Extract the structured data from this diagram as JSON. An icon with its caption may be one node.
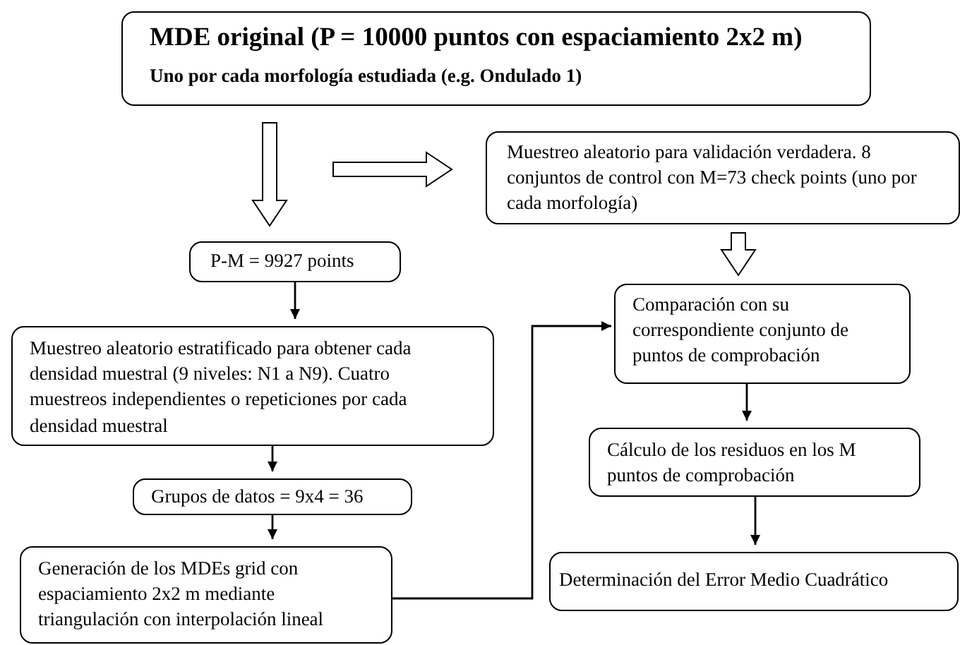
{
  "diagram": {
    "nodes": [
      {
        "text": [
          "MDE original (P = 10000 puntos con espaciamiento 2x2 m)",
          "Uno por cada morfología estudiada (e.g. Ondulado 1)"
        ]
      },
      {
        "text": [
          "Muestreo aleatorio para validación verdadera. 8 conjuntos de control con M=73 check points (uno por cada morfología)"
        ]
      },
      {
        "text": [
          "P-M = 9927 points"
        ]
      },
      {
        "text": [
          "Muestreo aleatorio estratificado para obtener cada densidad muestral (9 niveles: N1 a N9). Cuatro muestreos independientes o repeticiones por cada densidad muestral"
        ]
      },
      {
        "text": [
          "Grupos de datos = 9x4 = 36"
        ]
      },
      {
        "text": [
          "Generación de los MDEs grid con espaciamiento 2x2 m mediante triangulación con interpolación lineal"
        ]
      },
      {
        "text": [
          "Comparación con su correspondiente conjunto de puntos de comprobación"
        ]
      },
      {
        "text": [
          "Cálculo de los residuos en los M puntos de comprobación"
        ]
      },
      {
        "text": [
          "Determinación del Error Medio Cuadrático"
        ]
      }
    ],
    "edges": [
      {
        "from": 0,
        "to": 2,
        "arrow": "to",
        "style": "thick"
      },
      {
        "from": 0,
        "to": 1,
        "arrow": "to",
        "style": "thick"
      },
      {
        "from": 1,
        "to": 6,
        "arrow": "to",
        "style": "thick"
      },
      {
        "from": 2,
        "to": 3,
        "arrow": "to"
      },
      {
        "from": 3,
        "to": 4,
        "arrow": "to"
      },
      {
        "from": 4,
        "to": 5,
        "arrow": "to"
      },
      {
        "from": 5,
        "to": 6,
        "arrow": "to"
      },
      {
        "from": 6,
        "to": 7,
        "arrow": "to"
      },
      {
        "from": 7,
        "to": 8,
        "arrow": "to"
      }
    ]
  }
}
